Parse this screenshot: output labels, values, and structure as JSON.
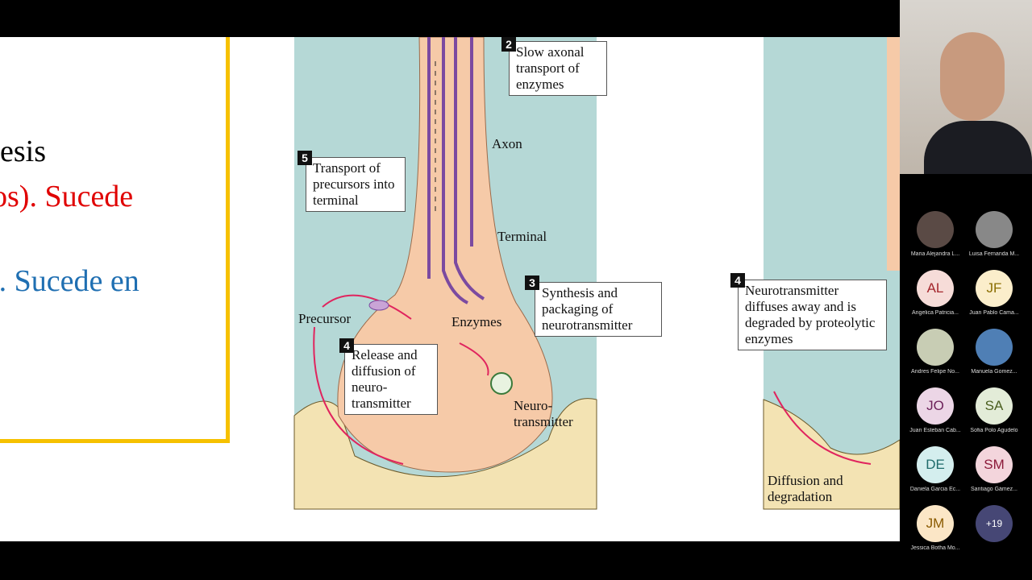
{
  "slide": {
    "lines": [
      {
        "text": "esis",
        "color": "#000000"
      },
      {
        "text": "os). Sucede",
        "color": "#e00000"
      },
      {
        "text": "). Sucede en",
        "color": "#1f6fb2"
      }
    ],
    "border_color": "#f6c100",
    "diagram": {
      "labels": {
        "slow_axonal": "Slow axonal transport of enzymes",
        "axon": "Axon",
        "transport_precursors": "Transport of precursors into terminal",
        "terminal": "Terminal",
        "synthesis": "Synthesis and packaging of neurotransmitter",
        "precursor": "Precursor",
        "enzymes": "Enzymes",
        "release": "Release and diffusion of neuro-transmitter",
        "neurotransmitter": "Neuro-transmitter"
      },
      "numbers": {
        "slow_axonal": "2",
        "transport": "5",
        "synthesis": "3",
        "release": "4"
      }
    },
    "diagram2": {
      "number": "4",
      "label": "Neurotransmitter diffuses away and is degraded by proteolytic enzymes",
      "bottom_label": "Diffusion and degradation"
    }
  },
  "participants": [
    {
      "name": "Maria Alejandra L...",
      "initials": "",
      "bg": "#5a4a45",
      "fg": "#fff"
    },
    {
      "name": "Luisa Fernanda M...",
      "initials": "",
      "bg": "#888",
      "fg": "#fff"
    },
    {
      "name": "Angelica Patricia...",
      "initials": "AL",
      "bg": "#f6dcd8",
      "fg": "#a4262c"
    },
    {
      "name": "Juan Pablo Cama...",
      "initials": "JF",
      "bg": "#fbeecb",
      "fg": "#8a6d00"
    },
    {
      "name": "Andres Felipe No...",
      "initials": "",
      "bg": "#c8cdb4",
      "fg": "#333"
    },
    {
      "name": "Manuela Gomez...",
      "initials": "",
      "bg": "#4f7fb5",
      "fg": "#fff"
    },
    {
      "name": "Juan Esteban Cab...",
      "initials": "JO",
      "bg": "#ecd6e6",
      "fg": "#6b1f58"
    },
    {
      "name": "Sofia Polo Agudelo",
      "initials": "SA",
      "bg": "#e3ecd8",
      "fg": "#4b5f20"
    },
    {
      "name": "Daniela Garcia Ec...",
      "initials": "DE",
      "bg": "#d4eeee",
      "fg": "#1f6b6b"
    },
    {
      "name": "Santiago Gámez...",
      "initials": "SM",
      "bg": "#f3d5dc",
      "fg": "#8c1a3a"
    },
    {
      "name": "Jessica Botha Mo...",
      "initials": "JM",
      "bg": "#fbe6c6",
      "fg": "#8a5a00"
    }
  ],
  "more_participants": "+19"
}
